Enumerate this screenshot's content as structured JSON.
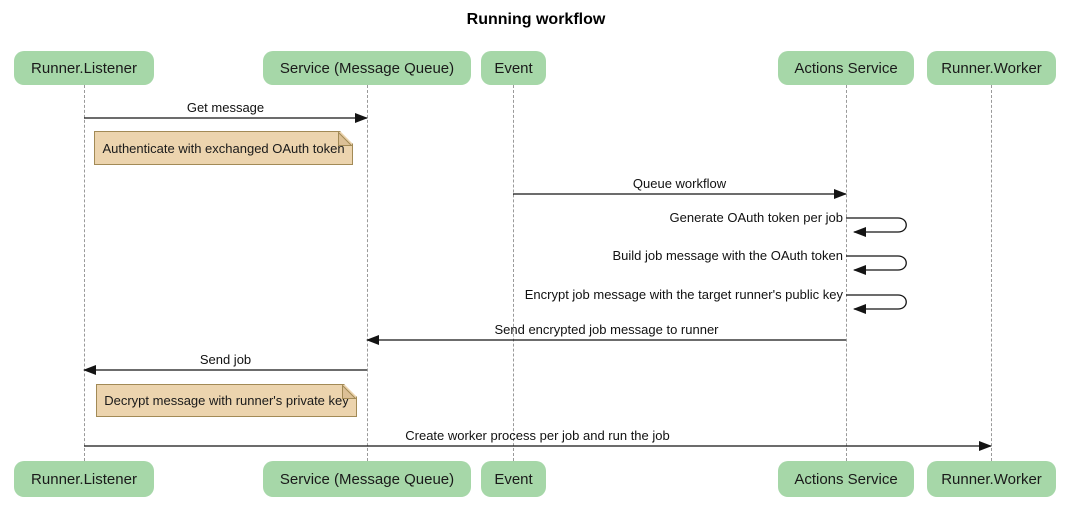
{
  "title": "Running workflow",
  "colors": {
    "actor_fill": "#a6d7a8",
    "note_fill": "#ecd4ae",
    "note_border": "#a28a56",
    "note_fold": "#dcc096",
    "lifeline": "#9a9a9a",
    "line": "#141414",
    "text": "#111111",
    "background": "#ffffff"
  },
  "participants": [
    {
      "label": "Runner.Listener"
    },
    {
      "label": "Service (Message Queue)"
    },
    {
      "label": "Event"
    },
    {
      "label": "Actions Service"
    },
    {
      "label": "Runner.Worker"
    }
  ],
  "messages": [
    {
      "id": "get_message",
      "label": "Get message",
      "from": "Runner.Listener",
      "to": "Service (Message Queue)",
      "kind": "arrow"
    },
    {
      "id": "note_authenticate",
      "label": "Authenticate with exchanged OAuth token",
      "kind": "note",
      "over": "Runner.Listener"
    },
    {
      "id": "queue_workflow",
      "label": "Queue workflow",
      "from": "Event",
      "to": "Actions Service",
      "kind": "arrow"
    },
    {
      "id": "generate_token",
      "label": "Generate OAuth token per job",
      "from": "Actions Service",
      "to": "Actions Service",
      "kind": "self-loop"
    },
    {
      "id": "build_job_message",
      "label": "Build job message with the OAuth token",
      "from": "Actions Service",
      "to": "Actions Service",
      "kind": "self-loop"
    },
    {
      "id": "encrypt_job_message",
      "label": "Encrypt job message with the target runner's public key",
      "from": "Actions Service",
      "to": "Actions Service",
      "kind": "self-loop"
    },
    {
      "id": "send_encrypted",
      "label": "Send encrypted job message to runner",
      "from": "Actions Service",
      "to": "Service (Message Queue)",
      "kind": "arrow"
    },
    {
      "id": "send_job",
      "label": "Send job",
      "from": "Service (Message Queue)",
      "to": "Runner.Listener",
      "kind": "arrow"
    },
    {
      "id": "note_decrypt",
      "label": "Decrypt message with runner's private key",
      "kind": "note",
      "over": "Runner.Listener"
    },
    {
      "id": "create_worker",
      "label": "Create worker process per job and run the job",
      "from": "Runner.Listener",
      "to": "Runner.Worker",
      "kind": "arrow"
    }
  ]
}
